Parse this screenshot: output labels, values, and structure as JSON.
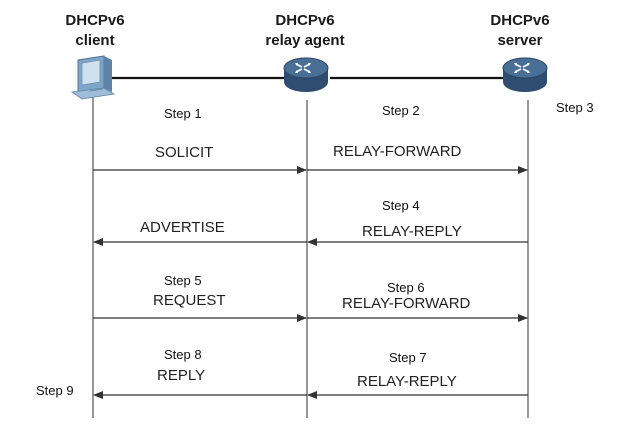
{
  "nodes": {
    "client": {
      "line1": "DHCPv6",
      "line2": "client"
    },
    "relay": {
      "line1": "DHCPv6",
      "line2": "relay agent"
    },
    "server": {
      "line1": "DHCPv6",
      "line2": "server"
    }
  },
  "steps": {
    "s1": "Step 1",
    "s2": "Step 2",
    "s3": "Step 3",
    "s4": "Step 4",
    "s5": "Step 5",
    "s6": "Step 6",
    "s7": "Step 7",
    "s8": "Step 8",
    "s9": "Step 9"
  },
  "messages": {
    "solicit": "SOLICIT",
    "relay_forward_1": "RELAY-FORWARD",
    "advertise": "ADVERTISE",
    "relay_reply_1": "RELAY-REPLY",
    "request": "REQUEST",
    "relay_forward_2": "RELAY-FORWARD",
    "reply": "REPLY",
    "relay_reply_2": "RELAY-REPLY"
  },
  "colors": {
    "router_top": "#4a6f97",
    "router_body": "#2f4d70",
    "pc_body": "#7fa6c8"
  },
  "icons": [
    "pc-icon",
    "router-icon"
  ]
}
